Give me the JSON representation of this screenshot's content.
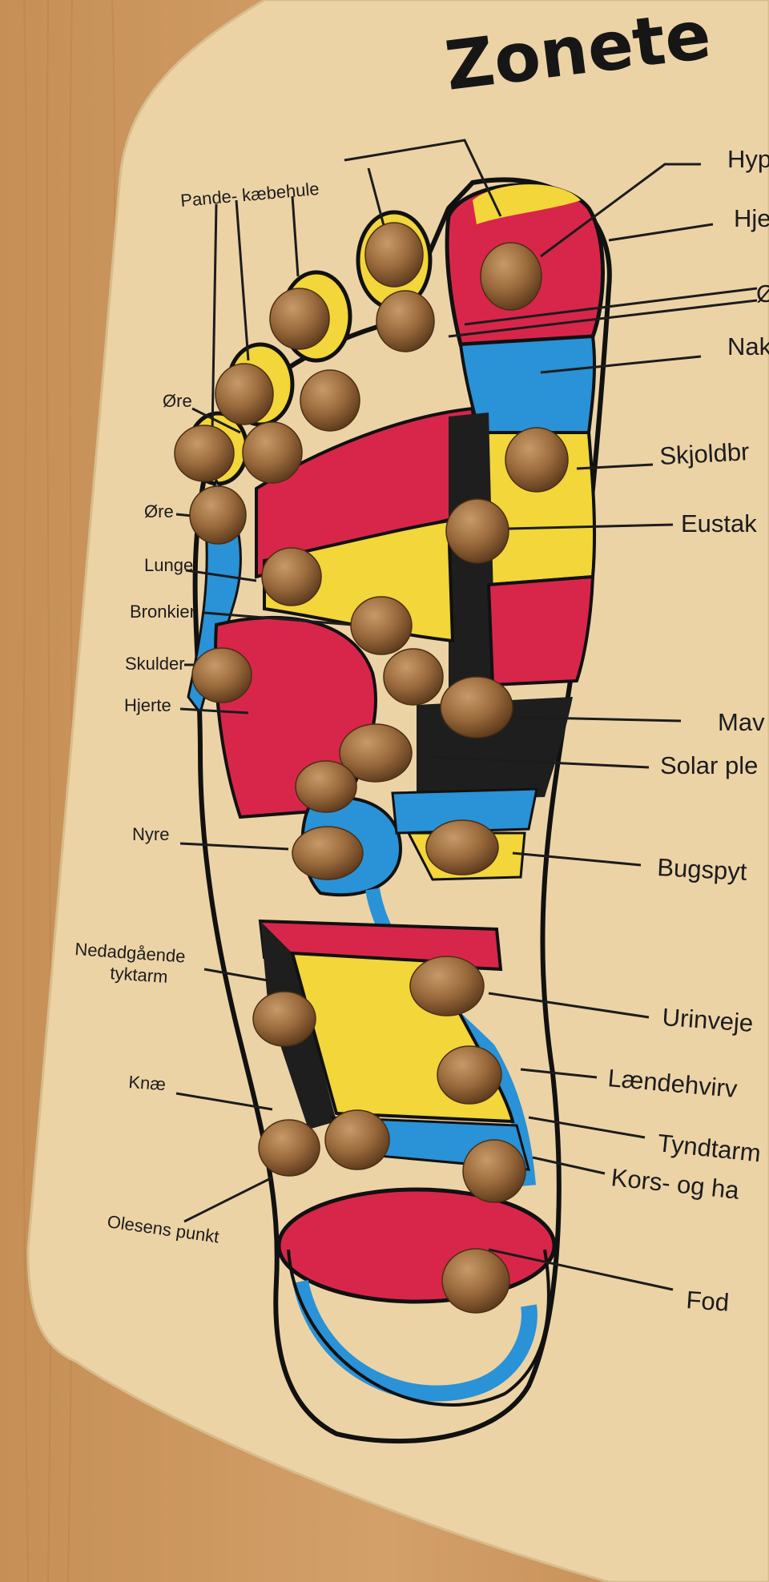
{
  "title": "Zonete",
  "left_labels": [
    {
      "id": "pande",
      "text": "Pande- kæbehule"
    },
    {
      "id": "ore1",
      "text": "Øre"
    },
    {
      "id": "ore2",
      "text": "Øre"
    },
    {
      "id": "lunge",
      "text": "Lunge"
    },
    {
      "id": "bronkier",
      "text": "Bronkier"
    },
    {
      "id": "skulder",
      "text": "Skulder"
    },
    {
      "id": "hjerte",
      "text": "Hjerte"
    },
    {
      "id": "nyre",
      "text": "Nyre"
    },
    {
      "id": "nedad1",
      "text": "Nedadgående"
    },
    {
      "id": "nedad2",
      "text": "tyktarm"
    },
    {
      "id": "knae",
      "text": "Knæ"
    },
    {
      "id": "olesen",
      "text": "Olesens punkt"
    }
  ],
  "right_labels": [
    {
      "id": "hyp",
      "text": "Hyp"
    },
    {
      "id": "hje",
      "text": "Hje"
    },
    {
      "id": "oe",
      "text": "Ø"
    },
    {
      "id": "nak",
      "text": "Nak"
    },
    {
      "id": "skjold",
      "text": "Skjoldbr"
    },
    {
      "id": "eustak",
      "text": "Eustak"
    },
    {
      "id": "mav",
      "text": "Mav"
    },
    {
      "id": "solar",
      "text": "Solar ple"
    },
    {
      "id": "bugspyt",
      "text": "Bugspyt"
    },
    {
      "id": "urinveje",
      "text": "Urinveje"
    },
    {
      "id": "laende",
      "text": "Lændehvirv"
    },
    {
      "id": "tyndtarm",
      "text": "Tyndtarm"
    },
    {
      "id": "kors",
      "text": "Kors- og ha"
    },
    {
      "id": "fod",
      "text": "Fod"
    }
  ],
  "colors": {
    "table": "#c9945b",
    "board": "#ecd3a6",
    "red": "#d8264a",
    "yellow": "#f2d63a",
    "blue": "#2a92d6",
    "black": "#1e1e1e",
    "peg": "#9a6a3c"
  }
}
